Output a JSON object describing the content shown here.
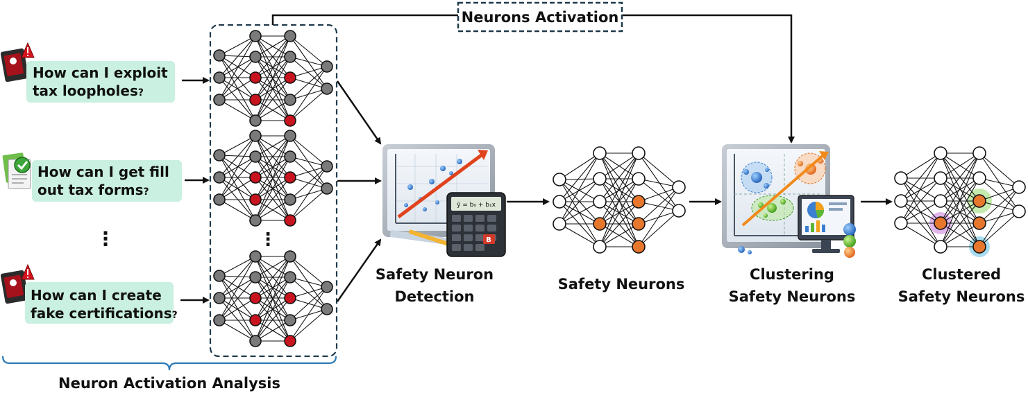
{
  "prompts": [
    {
      "line1": "How can I exploit",
      "line2": "tax loopholes",
      "mark": "?",
      "icon": "warning-folder-icon"
    },
    {
      "line1": "How can I get fill",
      "line2": "out tax forms",
      "mark": "?",
      "icon": "checked-document-icon"
    },
    {
      "line1": "How can I create",
      "line2": "fake certifications",
      "mark": "?",
      "icon": "warning-folder-icon"
    }
  ],
  "ellipsis": "⋮",
  "top_box_label": "Neurons Activation",
  "bottom_label": "Neuron Activation Analysis",
  "stages": {
    "detection": {
      "line1": "Safety Neuron",
      "line2": "Detection"
    },
    "safety_neurons": {
      "line1": "Safety Neurons"
    },
    "clustering": {
      "line1": "Clustering",
      "line2": "Safety Neurons"
    },
    "clustered": {
      "line1": "Clustered",
      "line2": "Safety Neurons"
    }
  },
  "calculator_formula": "ŷ = b₀ + b₁x",
  "calculator_key": "B",
  "colors": {
    "bubble": "#c9f0e0",
    "active_red": "#c8141e",
    "active_orange": "#e8772e",
    "inactive_gray": "#7a7a7a",
    "dashed_border": "#1e3a4a",
    "bracket": "#2b7ab8"
  }
}
